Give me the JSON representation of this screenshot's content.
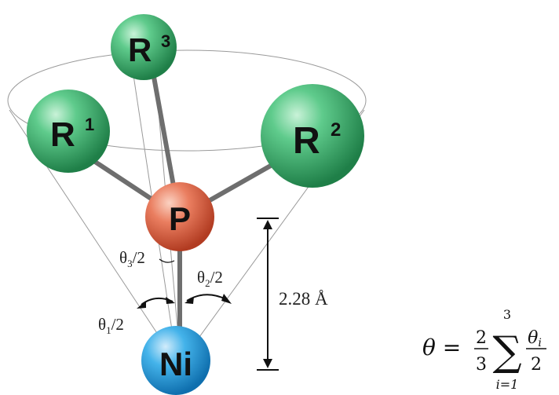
{
  "atoms": {
    "r3": {
      "letter": "R",
      "superscript": "3"
    },
    "r1": {
      "letter": "R",
      "superscript": "1"
    },
    "r2": {
      "letter": "R",
      "superscript": "2"
    },
    "p": {
      "letter": "P"
    },
    "ni": {
      "letter": "Ni"
    }
  },
  "angle_labels": {
    "theta3": {
      "symbol": "θ",
      "subscript": "3",
      "suffix": "/2"
    },
    "theta2": {
      "symbol": "θ",
      "subscript": "2",
      "suffix": "/2"
    },
    "theta1": {
      "symbol": "θ",
      "subscript": "1",
      "suffix": "/2"
    }
  },
  "distance_label": "2.28 Å",
  "equation": {
    "lhs": "θ =",
    "fraction_numerator": "2",
    "fraction_denominator": "3",
    "sum_symbol": "∑",
    "sum_upper": "3",
    "sum_lower": "i=1",
    "term_numerator": "θi",
    "term_numerator_base": "θ",
    "term_numerator_sub": "i",
    "term_denominator": "2"
  },
  "colors": {
    "r_sphere": "#2fae68",
    "p_sphere": "#e0674a",
    "ni_sphere": "#1e9fe0",
    "bond": "#6e6e6e",
    "cone_line": "#9a9a9a"
  }
}
